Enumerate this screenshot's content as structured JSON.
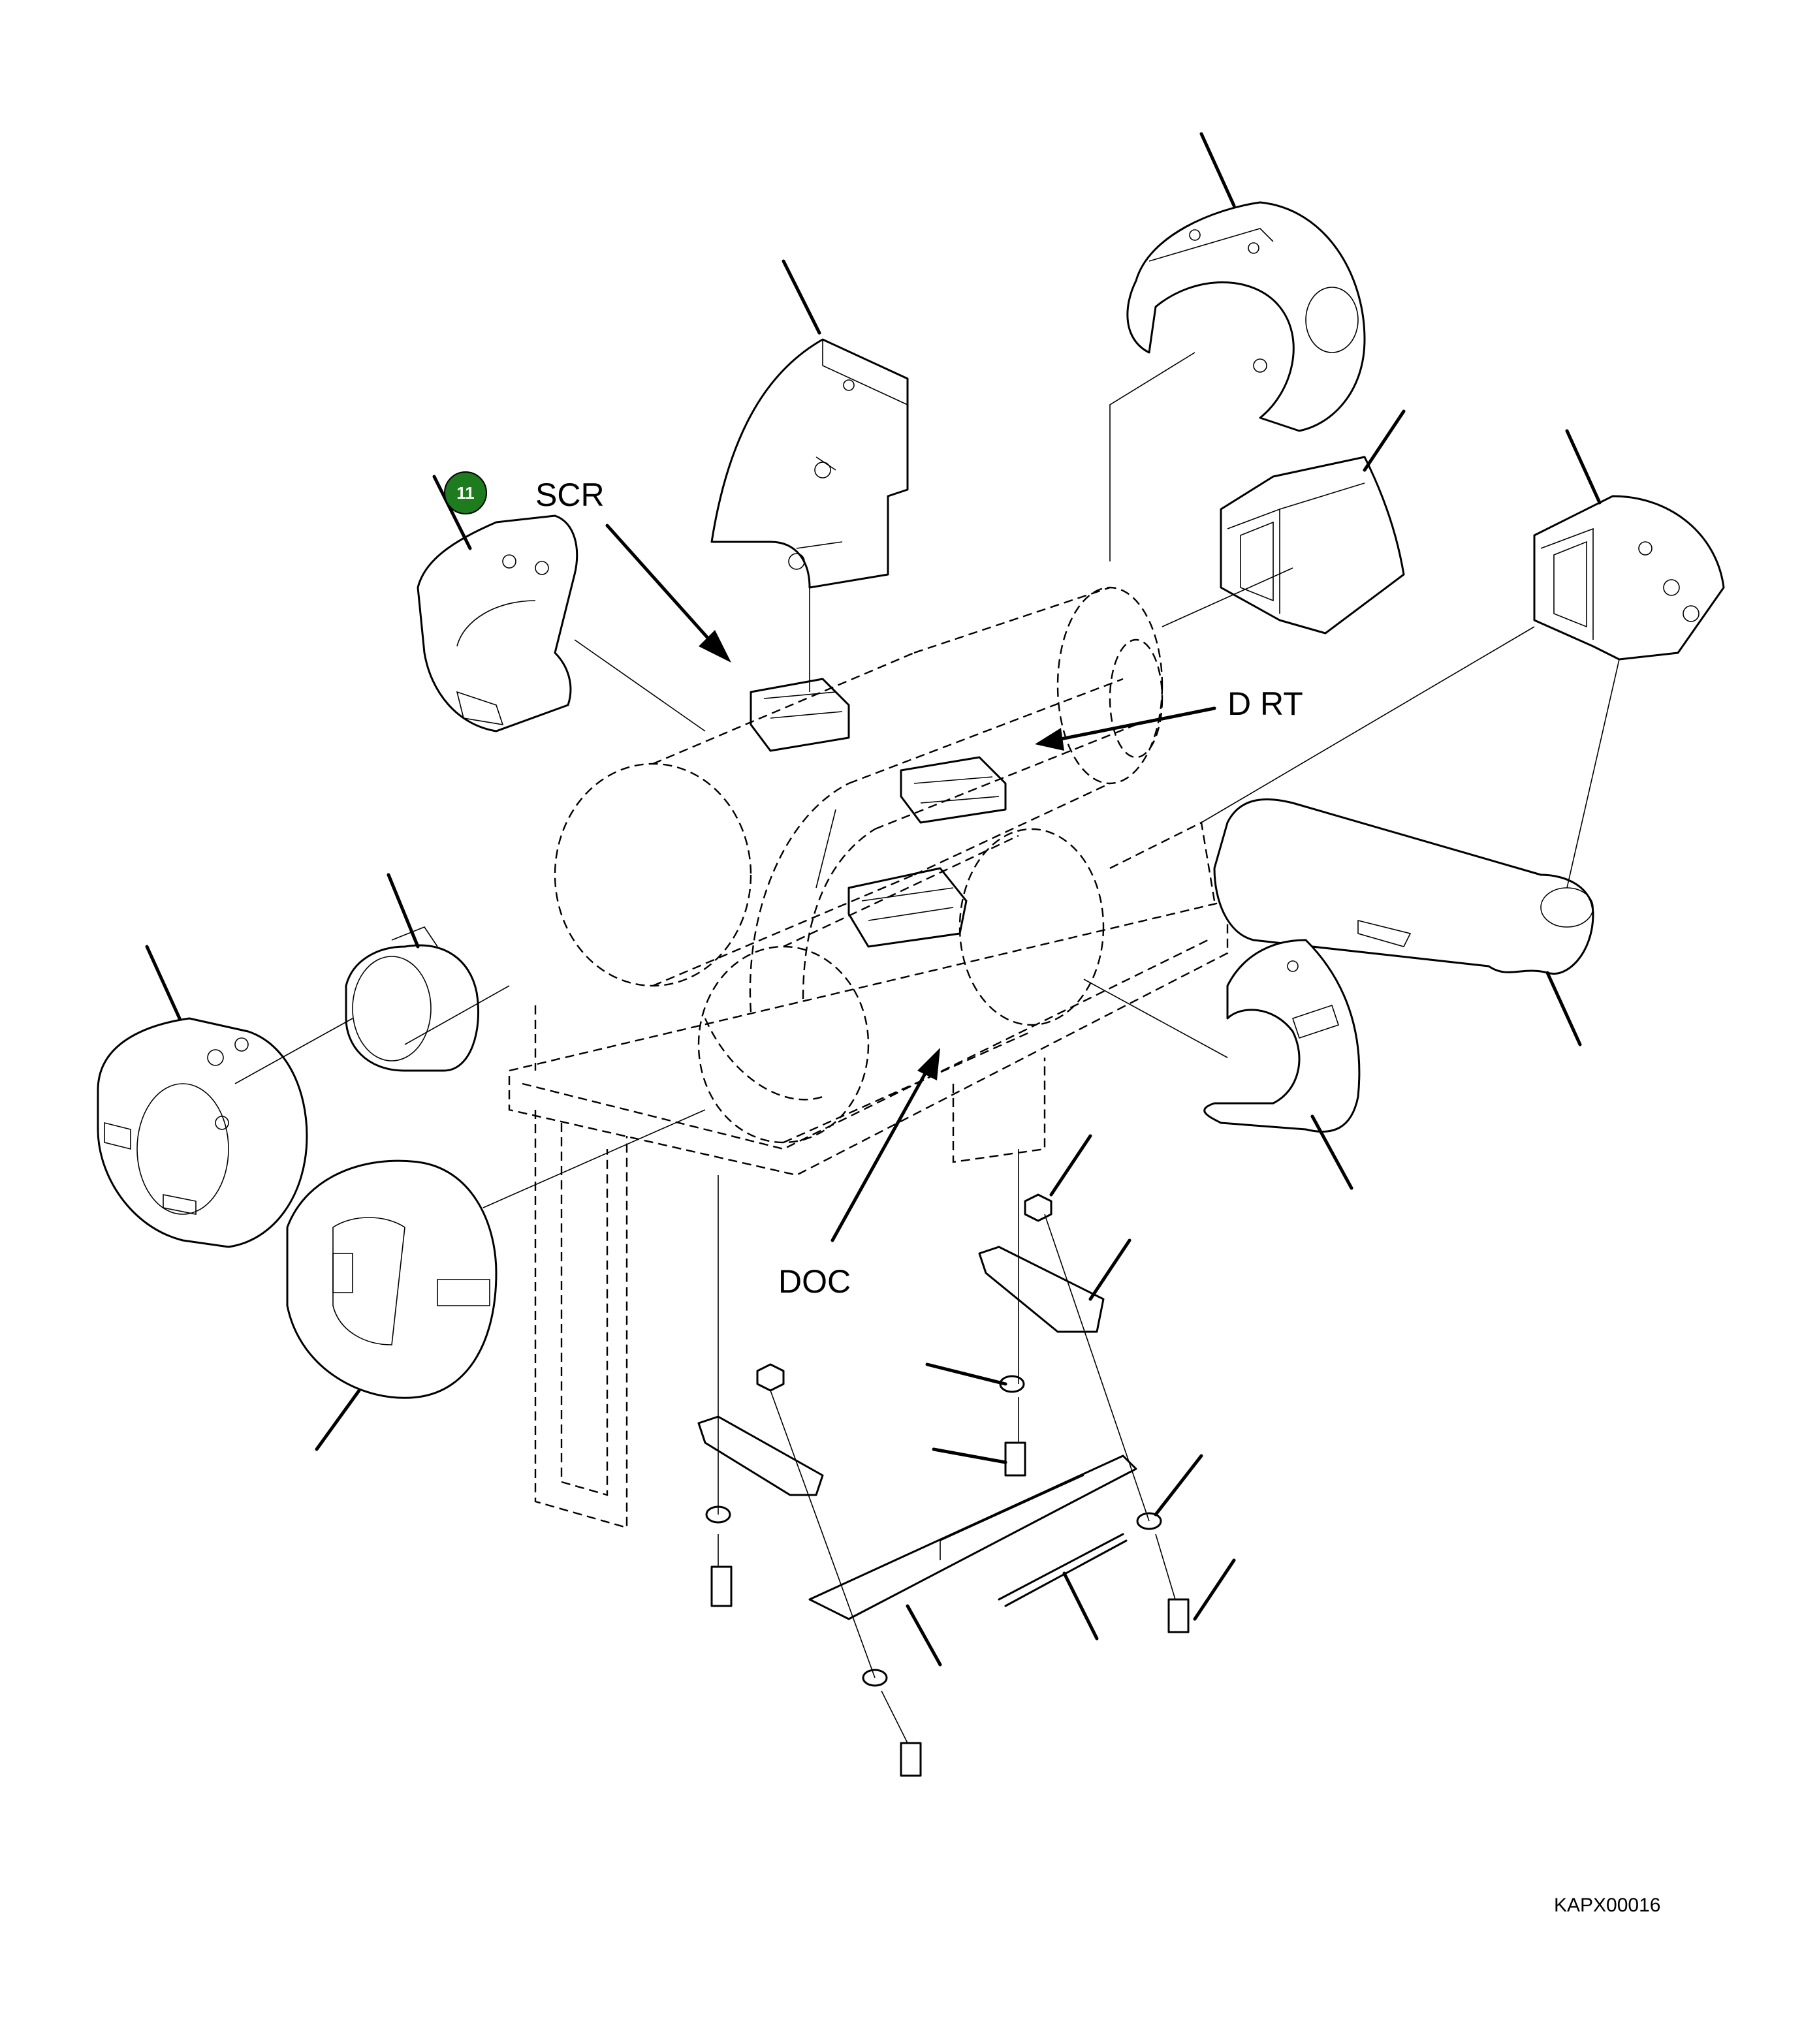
{
  "labels": {
    "scr": "SCR",
    "drt": "D RT",
    "doc": "DOC"
  },
  "callout": {
    "number": "11",
    "color": "#1e7b1e"
  },
  "figure_ref": "KAPX00016"
}
